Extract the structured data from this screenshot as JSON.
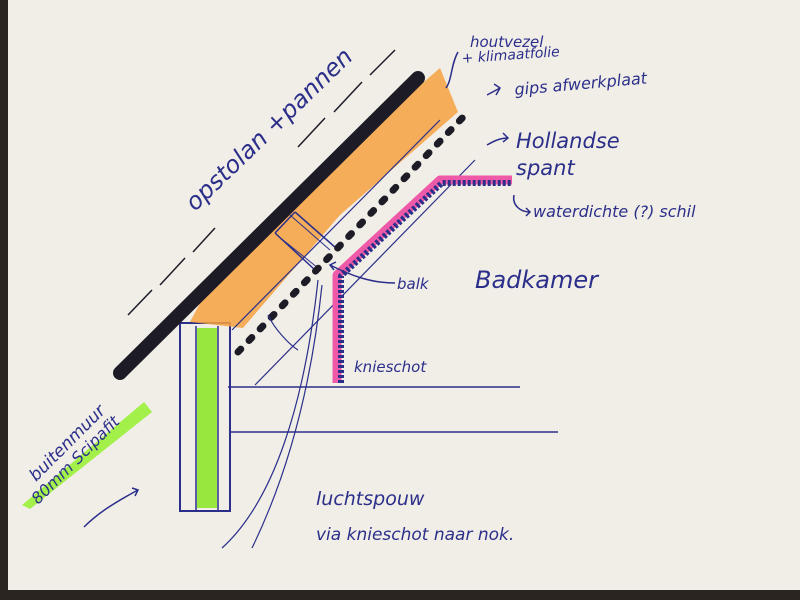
{
  "labels": {
    "roof": "opstolan +pannen",
    "insulation_line1": "houtvezel",
    "insulation_line2": "+ klimaatfolie",
    "gypsum": "gips afwerkplaat",
    "truss_line1": "Hollandse",
    "truss_line2": "spant",
    "shell": "waterdichte (?) schil",
    "beam": "balk",
    "room": "Badkamer",
    "kneewall": "knieschot",
    "wall_line1": "buitenmuur",
    "wall_line2": "80mm Scipafit",
    "air_line1": "luchtspouw",
    "air_line2": "via knieschot naar nok."
  },
  "colors": {
    "paper": "#f1eee7",
    "ink": "#2b2f8a",
    "roof": "#1d1b26",
    "insulation": "#f7a13f",
    "shell": "#ee5aa8",
    "wall_insulation": "#8ee62b",
    "highlight": "#9af03a"
  },
  "icons": {
    "arrow": "hand-drawn-arrow"
  }
}
